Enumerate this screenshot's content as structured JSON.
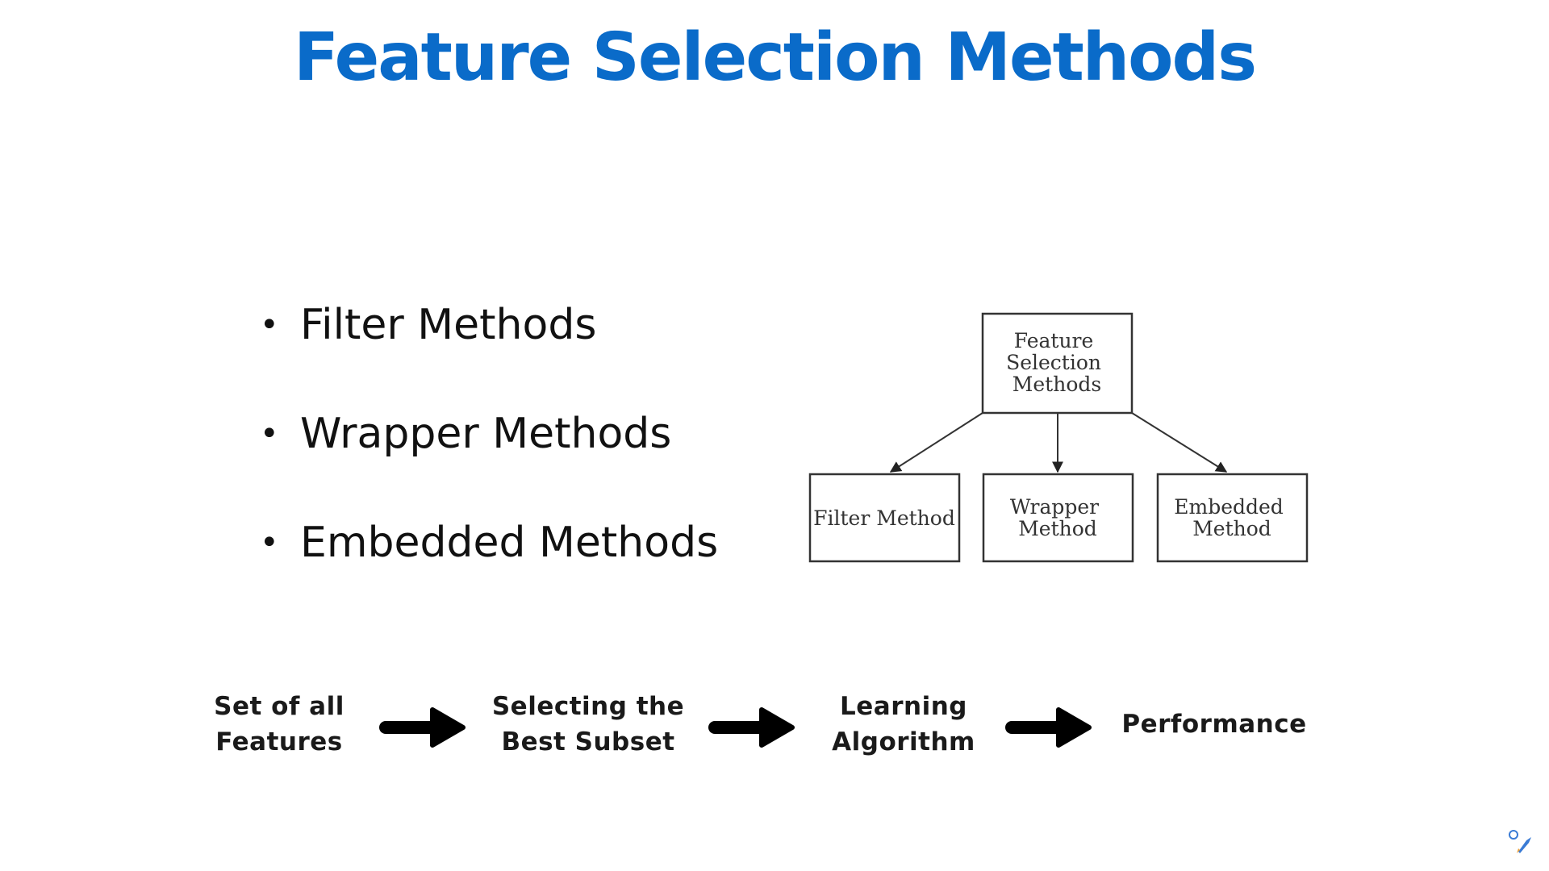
{
  "title": "Feature Selection Methods",
  "bullets": [
    "Filter Methods",
    "Wrapper Methods",
    "Embedded Methods"
  ],
  "tree": {
    "root": [
      "Feature",
      "Selection",
      "Methods"
    ],
    "children": [
      [
        "Filter Method"
      ],
      [
        "Wrapper",
        "Method"
      ],
      [
        "Embedded",
        "Method"
      ]
    ]
  },
  "pipeline": {
    "steps": [
      [
        "Set of all",
        "Features"
      ],
      [
        "Selecting the",
        "Best Subset"
      ],
      [
        "Learning",
        "Algorithm"
      ],
      [
        "Performance"
      ]
    ]
  },
  "colors": {
    "title": "#0a6bc9",
    "text": "#111111",
    "box_border": "#333333"
  },
  "icons": {
    "arrow": "thick-right-arrow-icon",
    "logo": "rocket-logo-icon"
  }
}
